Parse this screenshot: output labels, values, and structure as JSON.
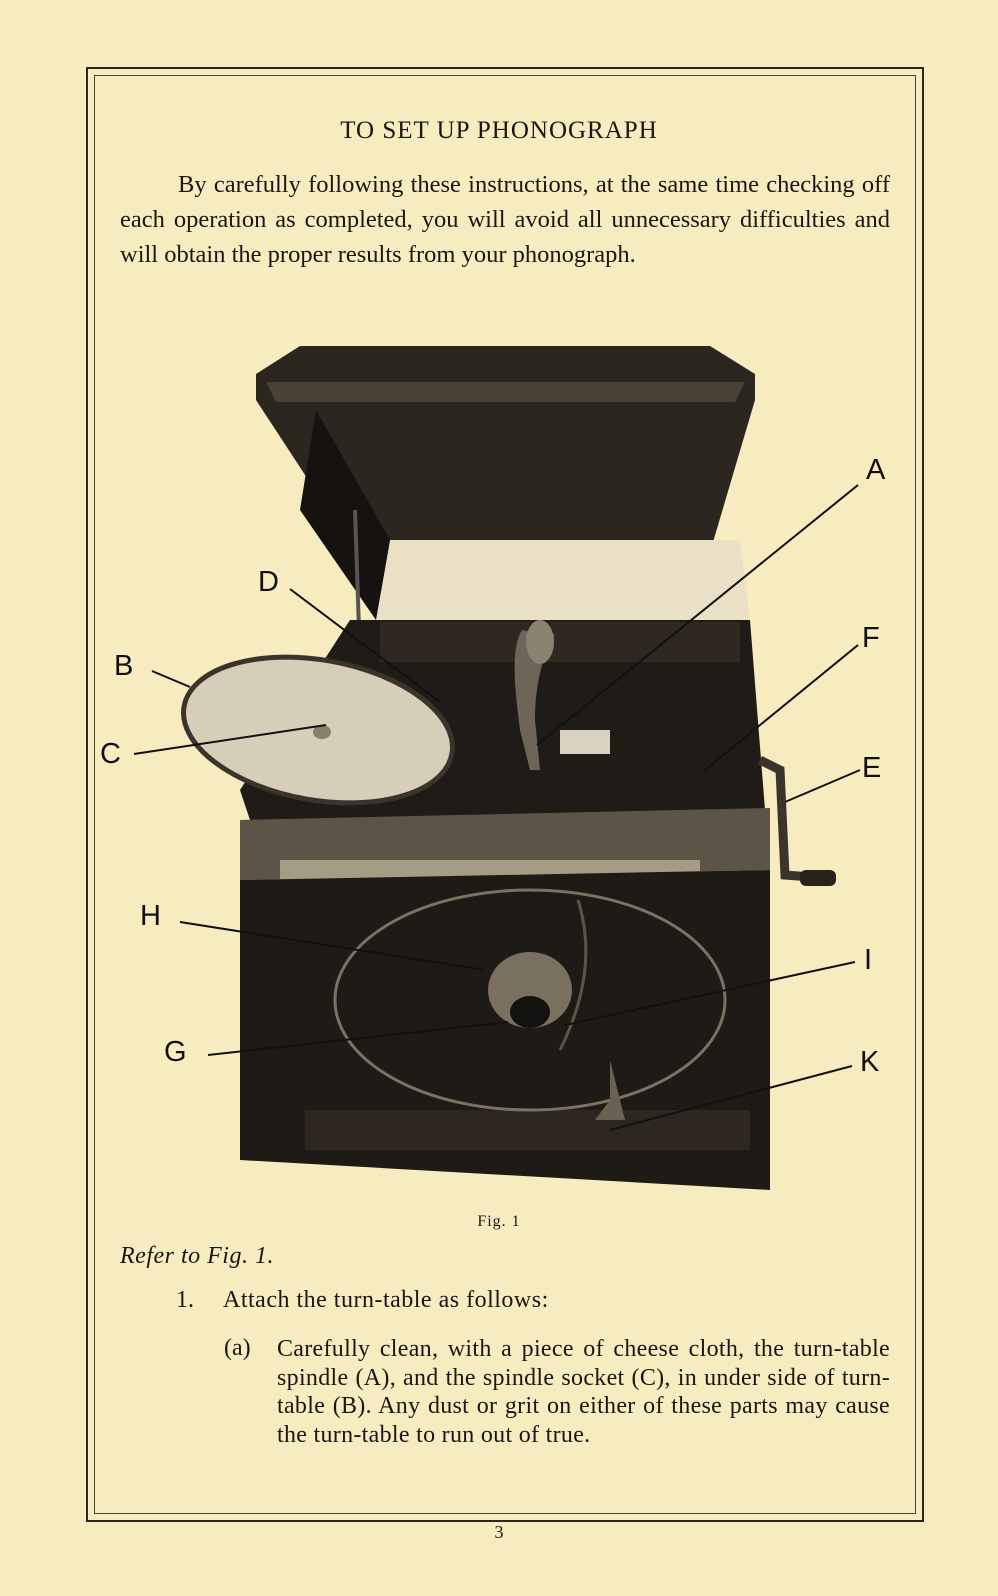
{
  "heading": "TO SET UP PHONOGRAPH",
  "intro": "By carefully following these instructions, at the same time checking off each operation as completed, you will avoid all unnecessary difficulties and will obtain the proper results from your phonograph.",
  "figure": {
    "callouts": {
      "A": "A",
      "B": "B",
      "C": "C",
      "D": "D",
      "E": "E",
      "F": "F",
      "G": "G",
      "H": "H",
      "I": "I",
      "K": "K"
    },
    "caption": "Fig. 1"
  },
  "refer": "Refer to Fig. 1.",
  "step1": {
    "number": "1.",
    "text": "Attach the turn-table as follows:"
  },
  "step1a": {
    "marker": "(a)",
    "text": "Carefully clean, with a piece of cheese cloth, the turn-table spindle (A), and the spindle socket (C), in under side of turn-table (B). Any dust or grit on either of these parts may cause the turn-table to run out of true."
  },
  "page_number": "3",
  "colors": {
    "paper": "#f7ebc0",
    "ink": "#1a1712",
    "cabinet": "#1e1a15"
  }
}
